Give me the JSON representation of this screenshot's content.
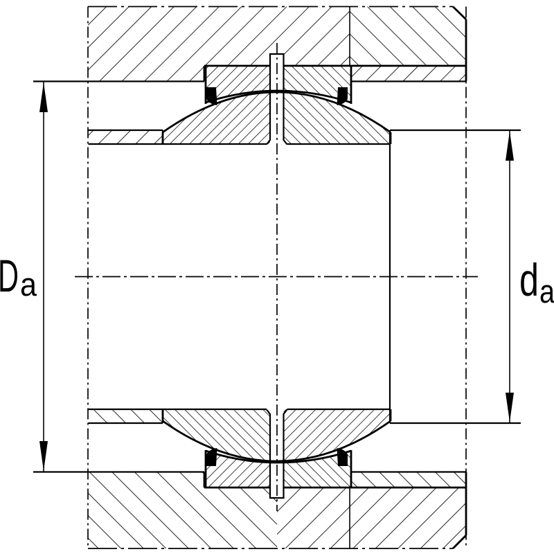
{
  "drawing": {
    "kind": "technical-sectional-drawing",
    "subject": "radial spherical plain bearing mounted between shaft and housing, abutment dimensions",
    "background_color": "#ffffff",
    "line_color": "#000000",
    "labels": {
      "left": {
        "symbol": "D",
        "subscript": "a"
      },
      "right": {
        "symbol": "d",
        "subscript": "a"
      }
    }
  }
}
